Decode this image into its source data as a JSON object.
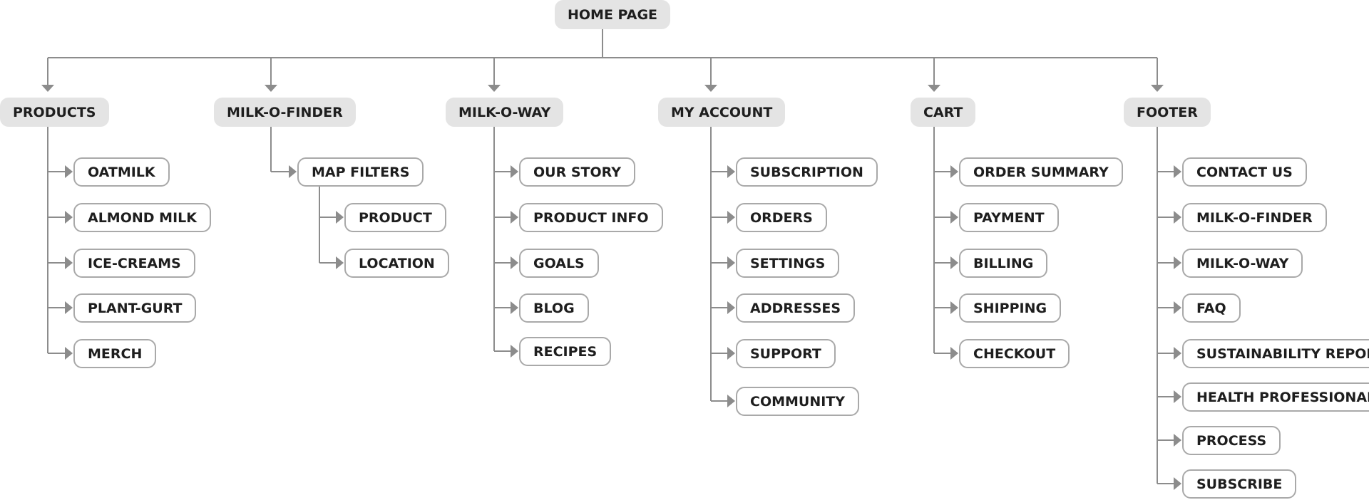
{
  "root": {
    "label": "HOME PAGE"
  },
  "sections": [
    {
      "label": "PRODUCTS",
      "children": [
        {
          "label": "OATMILK"
        },
        {
          "label": "ALMOND MILK"
        },
        {
          "label": "ICE-CREAMS"
        },
        {
          "label": "PLANT-GURT"
        },
        {
          "label": "MERCH"
        }
      ]
    },
    {
      "label": "MILK-O-FINDER",
      "children": [
        {
          "label": "MAP FILTERS",
          "children": [
            {
              "label": "PRODUCT"
            },
            {
              "label": "LOCATION"
            }
          ]
        }
      ]
    },
    {
      "label": "MILK-O-WAY",
      "children": [
        {
          "label": "OUR STORY"
        },
        {
          "label": "PRODUCT INFO"
        },
        {
          "label": "GOALS"
        },
        {
          "label": "BLOG"
        },
        {
          "label": "RECIPES"
        }
      ]
    },
    {
      "label": "MY ACCOUNT",
      "children": [
        {
          "label": "SUBSCRIPTION"
        },
        {
          "label": "ORDERS"
        },
        {
          "label": "SETTINGS"
        },
        {
          "label": "ADDRESSES"
        },
        {
          "label": "SUPPORT"
        },
        {
          "label": "COMMUNITY"
        }
      ]
    },
    {
      "label": "CART",
      "children": [
        {
          "label": "ORDER SUMMARY"
        },
        {
          "label": "PAYMENT"
        },
        {
          "label": "BILLING"
        },
        {
          "label": "SHIPPING"
        },
        {
          "label": "CHECKOUT"
        }
      ]
    },
    {
      "label": "FOOTER",
      "children": [
        {
          "label": "CONTACT US"
        },
        {
          "label": "MILK-O-FINDER"
        },
        {
          "label": "MILK-O-WAY"
        },
        {
          "label": "FAQ"
        },
        {
          "label": "SUSTAINABILITY REPORT"
        },
        {
          "label": "HEALTH PROFESSIONALS"
        },
        {
          "label": "PROCESS"
        },
        {
          "label": "SUBSCRIBE"
        }
      ]
    }
  ],
  "colors": {
    "top_fill": "#e4e4e4",
    "leaf_border": "#a9a9a9",
    "connector": "#8c8c8c",
    "text": "#1e1e1e"
  }
}
